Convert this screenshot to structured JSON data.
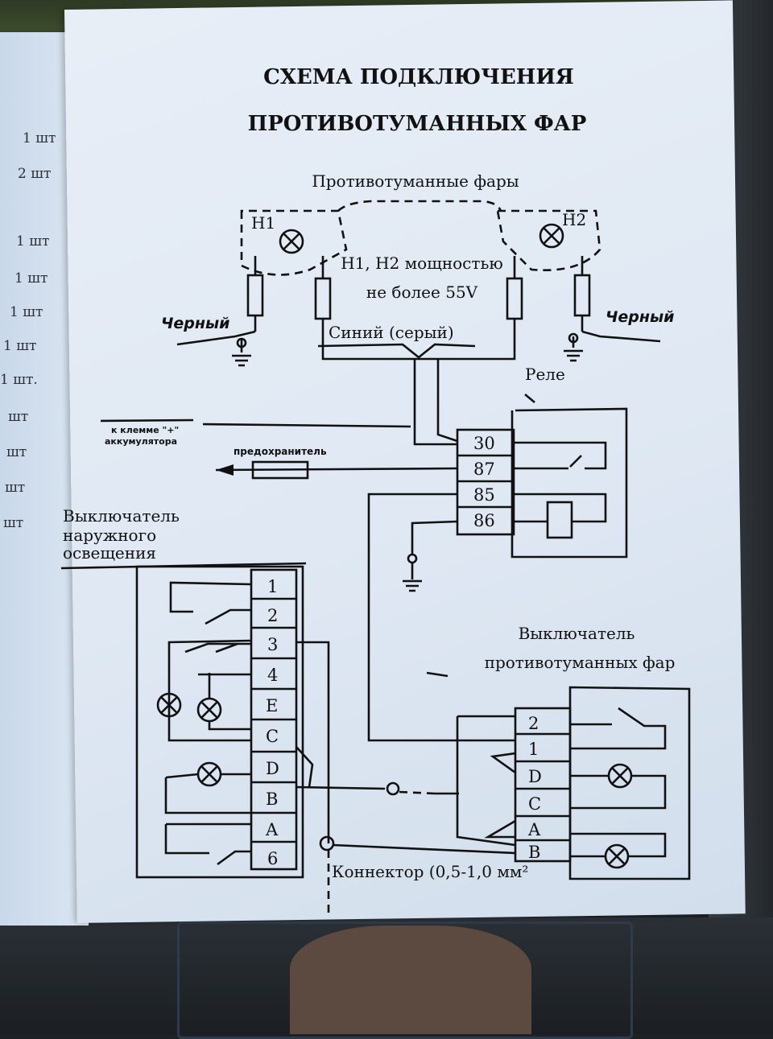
{
  "title": {
    "line1": "СХЕМА ПОДКЛЮЧЕНИЯ",
    "line2": "ПРОТИВОТУМАННЫХ ФАР"
  },
  "labels": {
    "fog_lights": "Противотуманные фары",
    "h1": "H1",
    "h2": "H2",
    "power_line1": "H1, H2 мощностью",
    "power_line2": "не более 55V",
    "black_left": "Черный",
    "black_right": "Черный",
    "blue_wire": "Синий (серый)",
    "relay": "Реле",
    "battery_line1": "к клемме \"+\"",
    "battery_line2": "аккумулятора",
    "fuse": "предохранитель",
    "ext_switch_line1": "Выключатель",
    "ext_switch_line2": "наружного",
    "ext_switch_line3": "освещения",
    "fog_switch_line1": "Выключатель",
    "fog_switch_line2": "противотуманных фар",
    "connector": "Коннектор (0,5-1,0 мм²"
  },
  "relay_pins": [
    "30",
    "87",
    "85",
    "86"
  ],
  "ext_switch_pins": [
    "1",
    "2",
    "3",
    "4",
    "E",
    "C",
    "D",
    "B",
    "A",
    "6"
  ],
  "fog_switch_pins": [
    "2",
    "1",
    "D",
    "C",
    "A",
    "B"
  ],
  "left_page_quantities": [
    "1 шт",
    "2 шт",
    "1 шт",
    "1 шт",
    "1 шт",
    "1 шт",
    "1 шт.",
    "шт",
    "шт",
    "шт",
    "шт"
  ]
}
